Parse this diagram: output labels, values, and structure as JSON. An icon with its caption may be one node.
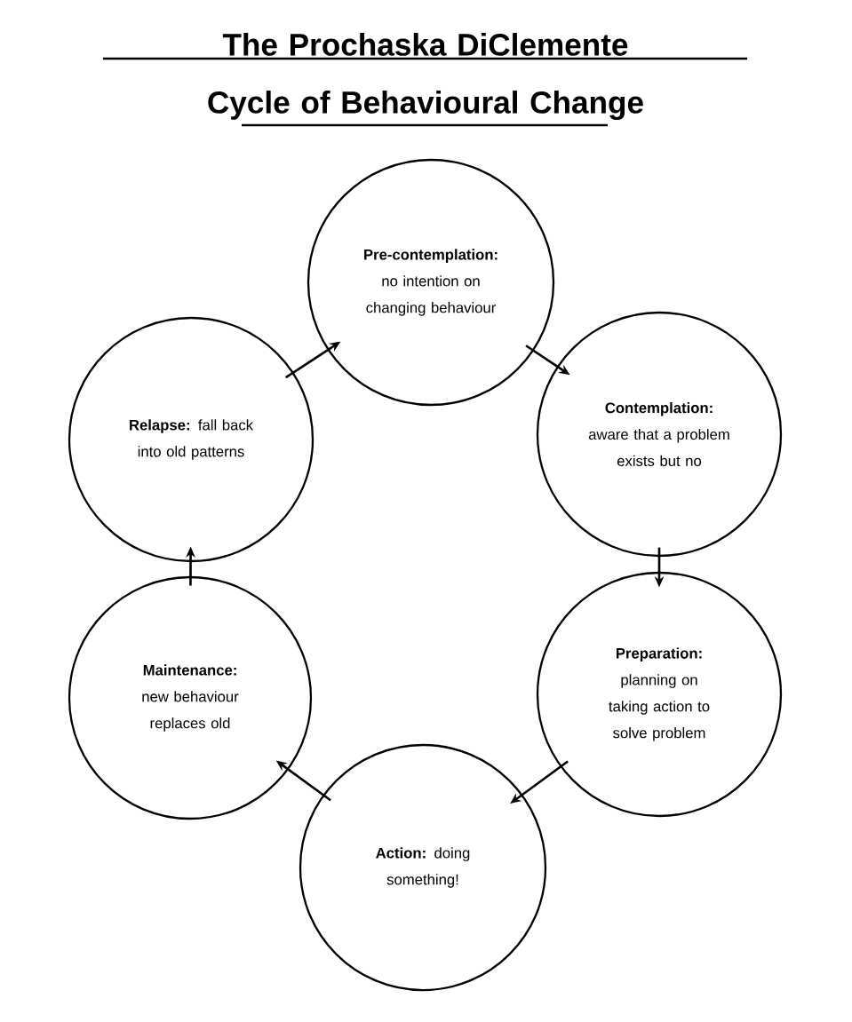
{
  "diagram": {
    "title": "The Prochaska DiClemente Cycle of Behavioural Change",
    "nodes": [
      {
        "text": [
          "**Pre-contemplation:** no intention on changing behaviour"
        ]
      },
      {
        "text": [
          "**Contemplation:** aware that a problem exists but no"
        ]
      },
      {
        "text": [
          "**Preparation:** planning on taking action to solve problem"
        ]
      },
      {
        "text": [
          "**Action:** doing something!"
        ]
      },
      {
        "text": [
          "**Maintenance:** new behaviour replaces old"
        ]
      },
      {
        "text": [
          "**Relapse:** fall back into old patterns"
        ]
      }
    ],
    "edges": [
      {
        "from": 0,
        "to": 1,
        "arrow": "to"
      },
      {
        "from": 1,
        "to": 2,
        "arrow": "to"
      },
      {
        "from": 2,
        "to": 3,
        "arrow": "to"
      },
      {
        "from": 3,
        "to": 4,
        "arrow": "to"
      },
      {
        "from": 4,
        "to": 5,
        "arrow": "to"
      },
      {
        "from": 5,
        "to": 0,
        "arrow": "to"
      }
    ]
  }
}
